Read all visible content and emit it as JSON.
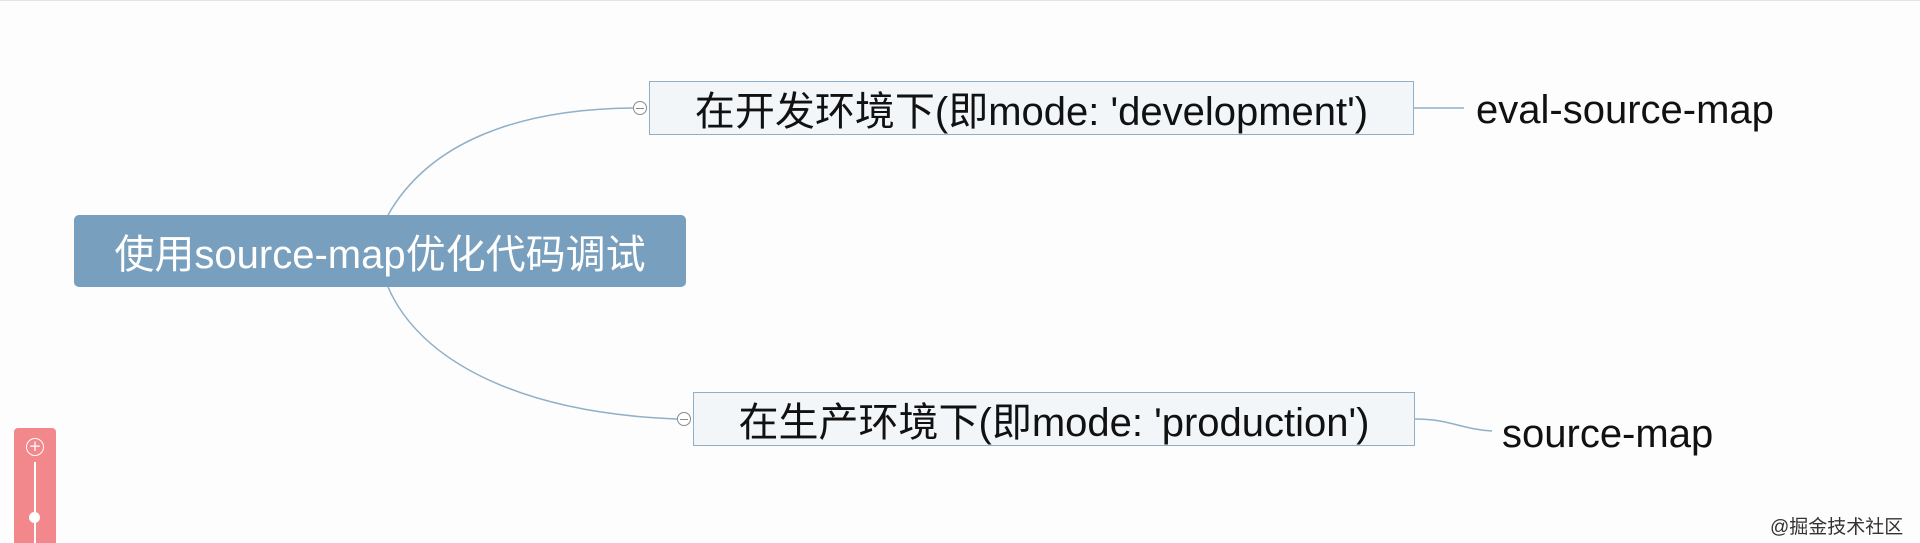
{
  "root": {
    "label": "使用source-map优化代码调试"
  },
  "branches": [
    {
      "label": "在开发环境下(即mode: 'development')",
      "leaf": "eval-source-map"
    },
    {
      "label": "在生产环境下(即mode: 'production')",
      "leaf": "source-map"
    }
  ],
  "watermark": "@掘金技术社区",
  "colors": {
    "root_fill": "#789fbd",
    "branch_fill": "#f2f6f9",
    "branch_border": "#8fb0c8",
    "connector": "#8fb0c8",
    "zoom_control": "#f2888b"
  },
  "icons": {
    "collapse": "collapse-minus-icon",
    "zoom_in": "zoom-in-icon"
  }
}
